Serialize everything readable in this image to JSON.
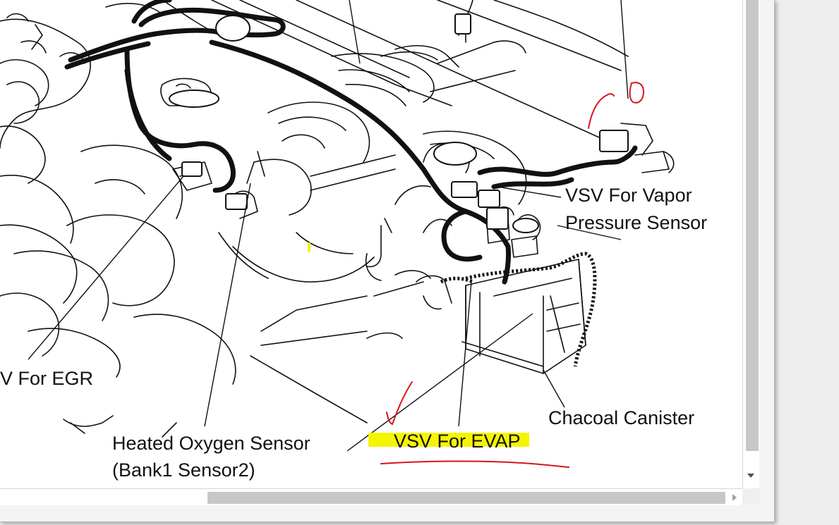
{
  "diagram": {
    "labels": {
      "vsv_egr": "V For EGR",
      "heated_o2_line1": "Heated Oxygen Sensor",
      "heated_o2_line2": "(Bank1 Sensor2)",
      "vsv_vapor_line1": "VSV For Vapor",
      "vsv_vapor_line2": "Pressure Sensor",
      "charcoal_canister": "Chacoal Canister",
      "vsv_evap": "VSV For EVAP"
    },
    "colors": {
      "highlight": "#f5f500",
      "annotation_ink": "#d8141c",
      "line_ink": "#111111"
    }
  },
  "scrollbars": {
    "vertical_down_icon": "triangle-down-icon",
    "horizontal_right_icon": "triangle-right-icon"
  }
}
